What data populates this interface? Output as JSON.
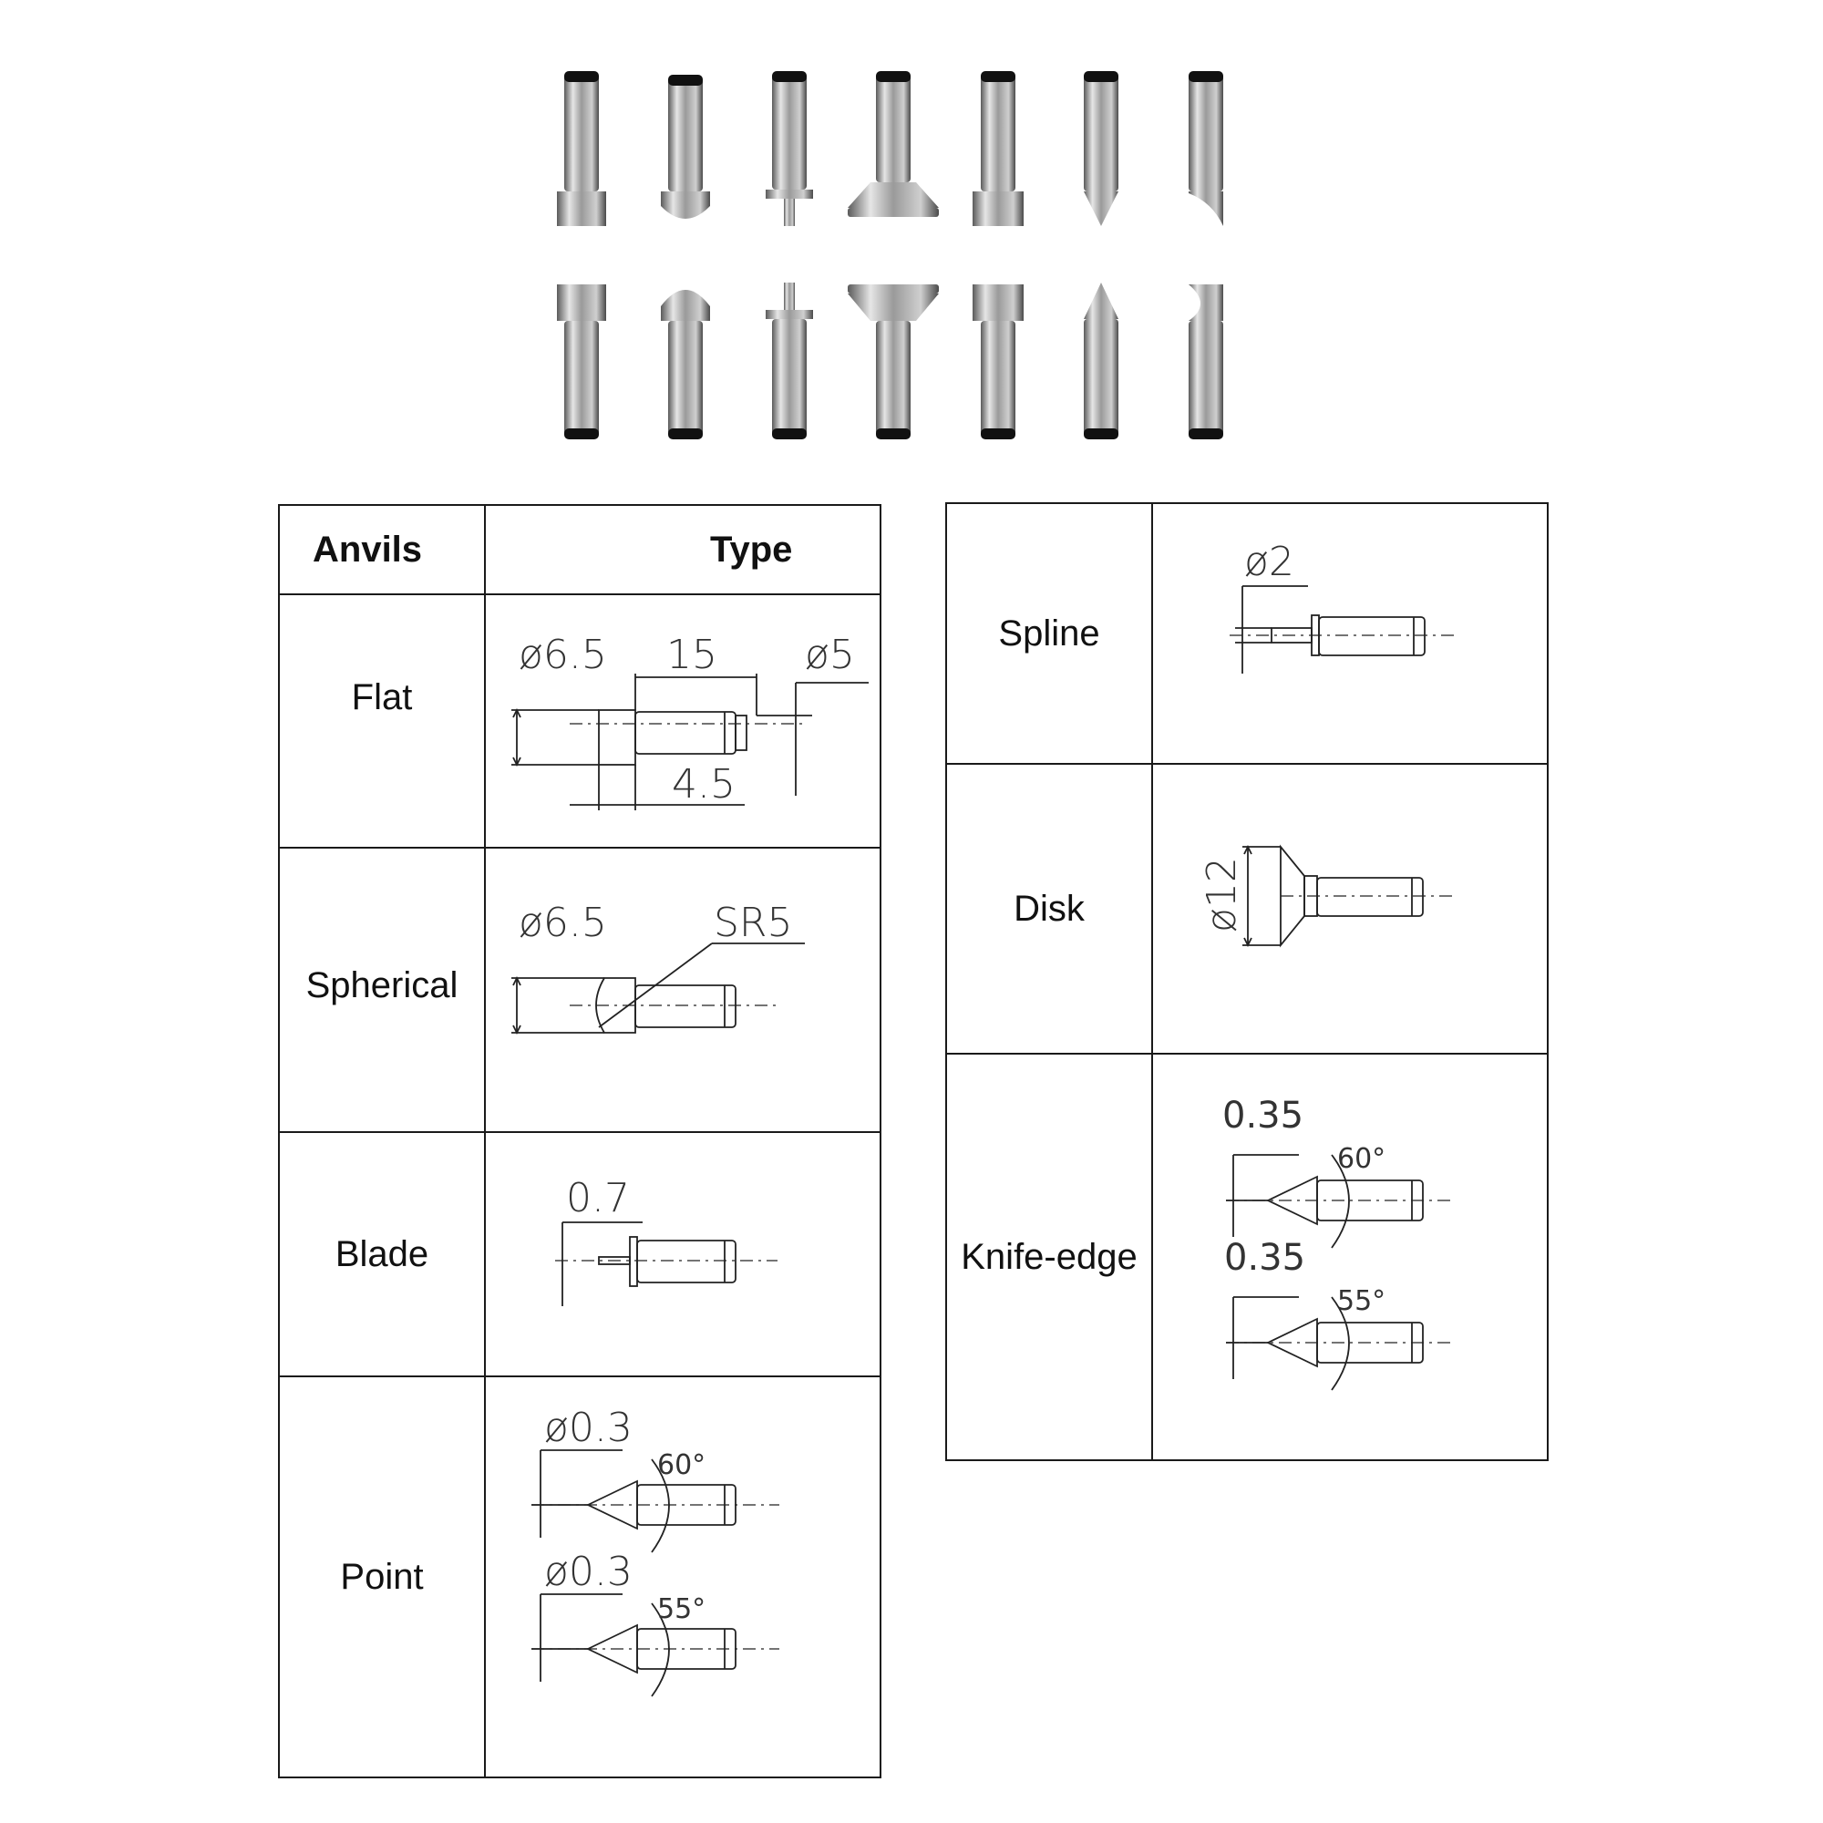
{
  "header": {
    "anvils_label": "Anvils",
    "type_label": "Type"
  },
  "anvils_left": [
    {
      "name": "Flat",
      "dims": [
        "ø6.5",
        "15",
        "ø5",
        "4.5"
      ]
    },
    {
      "name": "Spherical",
      "dims": [
        "ø6.5",
        "SR5"
      ]
    },
    {
      "name": "Blade",
      "dims": [
        "0.7"
      ]
    },
    {
      "name": "Point",
      "dims": [
        "ø0.3",
        "60°",
        "ø0.3",
        "55°"
      ]
    }
  ],
  "anvils_right": [
    {
      "name": "Spline",
      "dims": [
        "ø2"
      ]
    },
    {
      "name": "Disk",
      "dims": [
        "ø12"
      ]
    },
    {
      "name": "Knife-edge",
      "dims": [
        "0.35",
        "60°",
        "0.35",
        "55°"
      ]
    }
  ],
  "photo_pairs": [
    "flat-anvil",
    "spherical-anvil",
    "spline-anvil",
    "disk-anvil",
    "blade-anvil",
    "point-anvil",
    "knife-edge-anvil"
  ]
}
